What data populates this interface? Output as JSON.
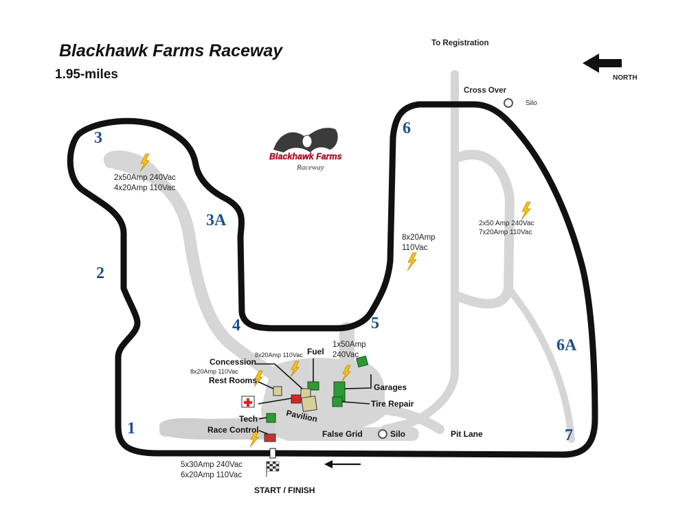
{
  "title": "Blackhawk Farms Raceway",
  "length": "1.95-miles",
  "north": "NORTH",
  "to_registration": "To Registration",
  "logo_text": "Blackhawk Farms",
  "logo_subtext": "Raceway",
  "turns": [
    "1",
    "2",
    "3",
    "3A",
    "4",
    "5",
    "6",
    "6A",
    "7"
  ],
  "labels": {
    "cross_over": "Cross Over",
    "silo_top": "Silo",
    "silo_bottom": "Silo",
    "false_grid": "False Grid",
    "pit_lane": "Pit Lane",
    "start_finish": "START / FINISH",
    "fuel": "Fuel",
    "concession": "Concession",
    "rest_rooms": "Rest Rooms",
    "pavilion": "Pavilion",
    "tech": "Tech",
    "race_control": "Race Control",
    "garages": "Garages",
    "tire_repair": "Tire Repair"
  },
  "power": {
    "turn3_line1": "2x50Amp 240Vac",
    "turn3_line2": "4x20Amp 110Vac",
    "turn6_line1": "8x20Amp",
    "turn6_line2": "110Vac",
    "turn6a_line1": "2x50 Amp 240Vac",
    "turn6a_line2": "7x20Amp 110Vac",
    "fuel": "8x20Amp 110Vac",
    "concession": "8x20Amp 110Vac",
    "garage_line1": "1x50Amp",
    "garage_line2": "240Vac",
    "start_line1": "5x30Amp 240Vac",
    "start_line2": "6x20Amp 110Vac"
  },
  "colors": {
    "track": "#111111",
    "paddock": "#d6d6d6",
    "turn_numbers": "#1d4f8c",
    "buildings": "#2d9a34",
    "power_bolt": "#f3c21b",
    "logo_red": "#c8102e"
  }
}
